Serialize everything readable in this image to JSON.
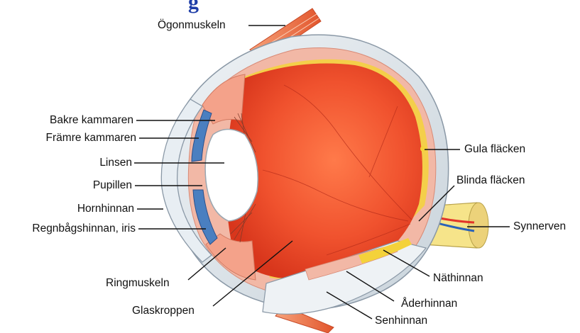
{
  "title_fragment": "g",
  "labels": {
    "ogonmuskeln": "Ögonmuskeln",
    "bakre_kammaren": "Bakre kammaren",
    "framre_kammaren": "Främre kammaren",
    "linsen": "Linsen",
    "pupillen": "Pupillen",
    "hornhinnan": "Hornhinnan",
    "regnbagshinnan": "Regnbågshinnan, iris",
    "ringmuskeln": "Ringmuskeln",
    "glaskroppen": "Glaskroppen",
    "gula_flacken": "Gula fläcken",
    "blinda_flacken": "Blinda fläcken",
    "synnerven": "Synnerven",
    "nathinnan": "Näthinnan",
    "aderhinnan": "Åderhinnan",
    "senhinnan": "Senhinnan"
  },
  "colors": {
    "title": "#1f3ea8",
    "vitreous": "#f0522e",
    "sclera": "#dfe6ec",
    "choroid": "#f2b8a6",
    "retina_yellow": "#f4d23a",
    "iris": "#4a7fc0",
    "muscle": "#e86a3c",
    "nerve": "#f6e48a"
  }
}
